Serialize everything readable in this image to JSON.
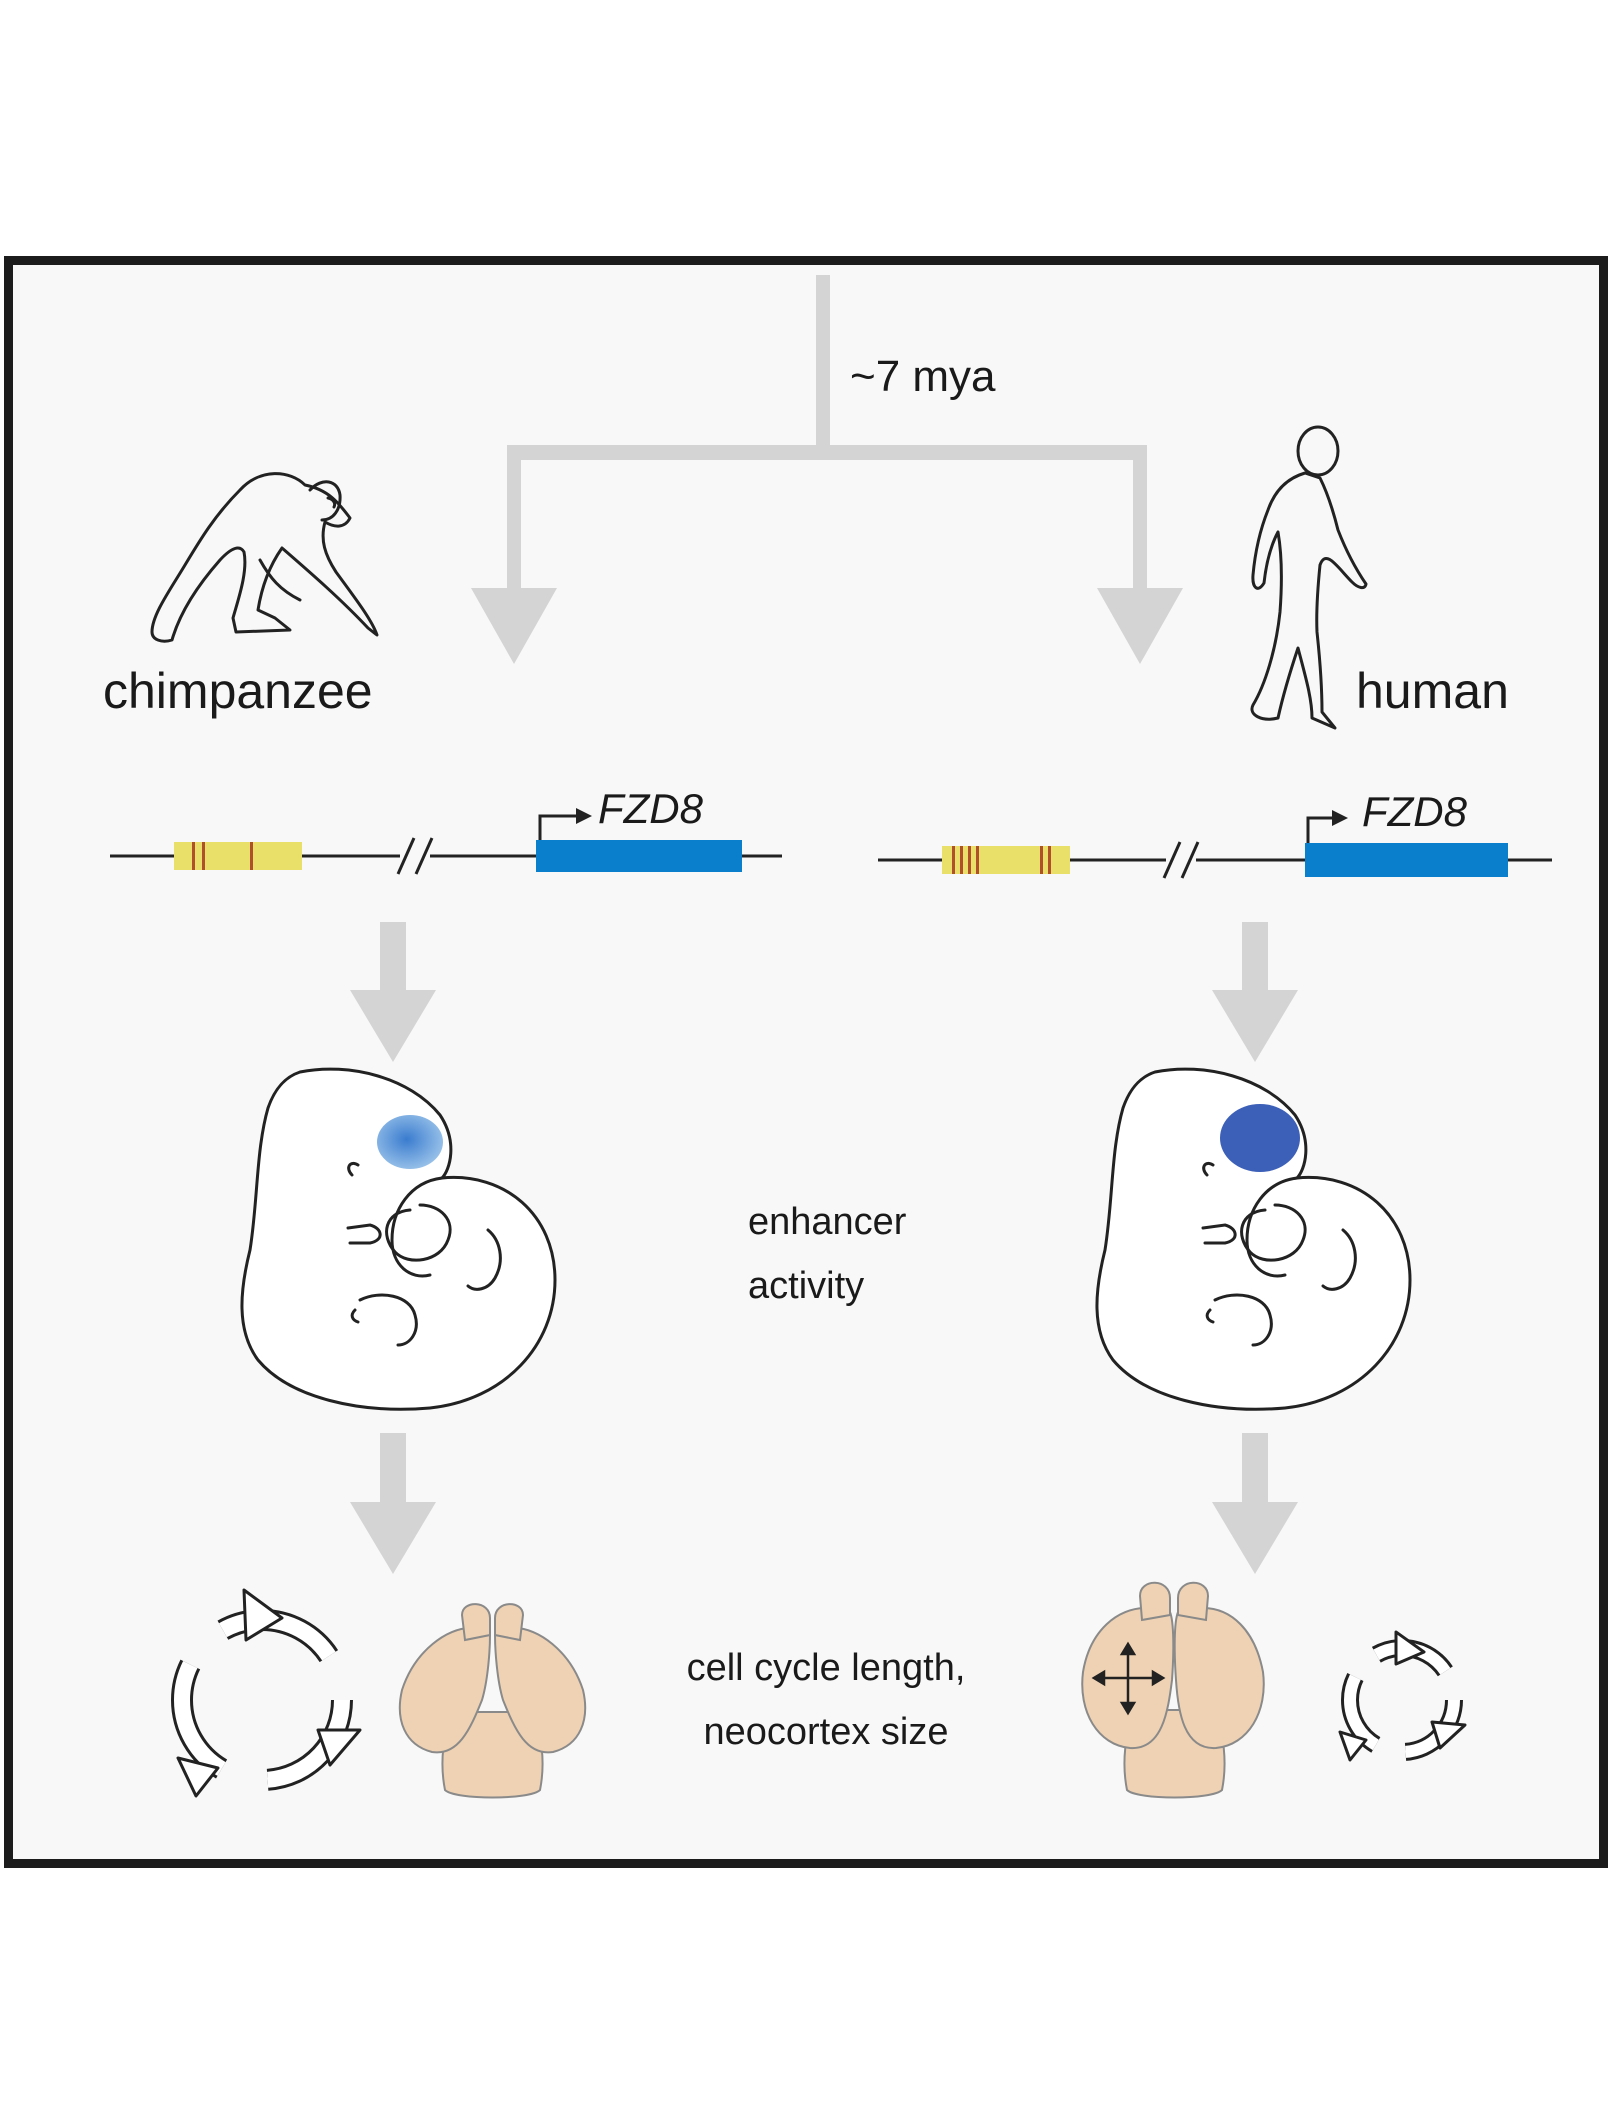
{
  "split": {
    "label": "~7 mya"
  },
  "species": {
    "left": "chimpanzee",
    "right": "human"
  },
  "gene": {
    "left": "FZD8",
    "right": "FZD8"
  },
  "middle": {
    "enhancer_line1": "enhancer",
    "enhancer_line2": "activity",
    "cycle_line1": "cell cycle length,",
    "cycle_line2": "neocortex size"
  },
  "colors": {
    "frame": "#1c1c1c",
    "arrow": "#d4d4d4",
    "gene_body": "#0a7fcb",
    "enhancer_box": "#e9e06a",
    "enhancer_marks": "#b0502a",
    "expression_low": "#6fa8dc",
    "expression_high": "#3c5fb8",
    "brain": "#efd2b3"
  },
  "icons": [
    "chimpanzee-icon",
    "human-icon",
    "embryo-icon",
    "brain-icon",
    "cell-cycle-icon"
  ]
}
